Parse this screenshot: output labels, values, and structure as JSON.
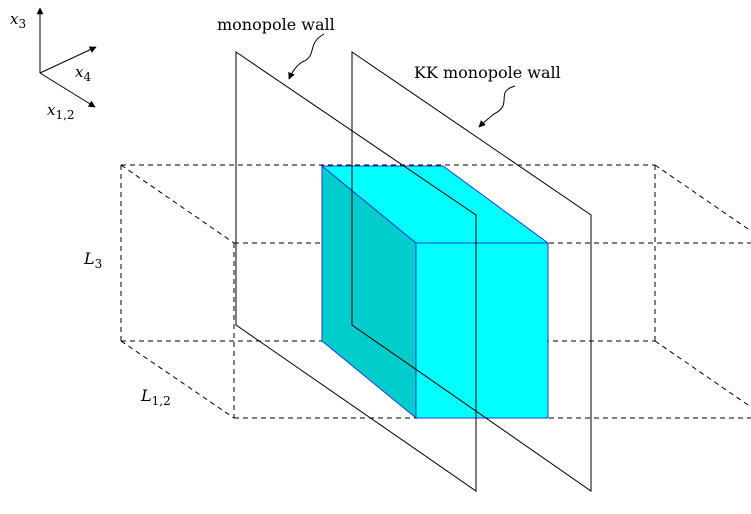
{
  "axes": {
    "x3": {
      "base": "x",
      "sub": "3"
    },
    "x4": {
      "base": "x",
      "sub": "4"
    },
    "x12": {
      "base": "x",
      "sub": "1,2"
    }
  },
  "labels": {
    "monopole_wall": "monopole wall",
    "kk_monopole_wall": "KK monopole wall",
    "L3": {
      "base": "L",
      "sub": "3"
    },
    "L12": {
      "base": "L",
      "sub": "1,2"
    }
  },
  "colors": {
    "box_front": "#00ffff",
    "box_side": "#00cccc",
    "box_edge": "#1a3fd6",
    "lines": "#000000"
  }
}
